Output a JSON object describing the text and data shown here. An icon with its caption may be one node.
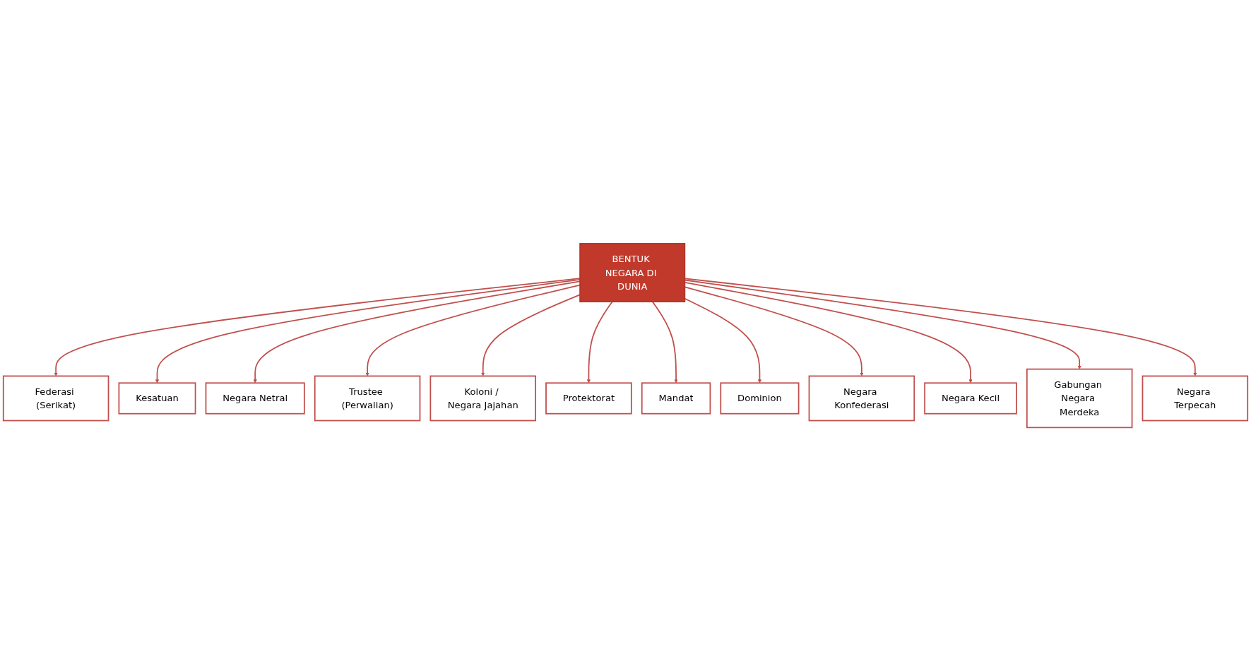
{
  "diagram": {
    "nodes": [
      {
        "text": [
          "Federasi (Serikat)"
        ]
      },
      {
        "text": [
          "Kesatuan"
        ]
      },
      {
        "text": [
          "Negara Netral"
        ]
      },
      {
        "text": [
          "Trustee (Perwalian)"
        ]
      },
      {
        "text": [
          "Koloni / Negara Jajahan"
        ]
      },
      {
        "text": [
          "Protektorat"
        ]
      },
      {
        "text": [
          "BENTUK NEGARA DI DUNIA"
        ]
      },
      {
        "text": [
          "Mandat"
        ]
      },
      {
        "text": [
          "Dominion"
        ]
      },
      {
        "text": [
          "Negara Konfederasi"
        ]
      },
      {
        "text": [
          "Negara Kecil"
        ]
      },
      {
        "text": [
          "Gabungan Negara Merdeka"
        ]
      },
      {
        "text": [
          "Negara Terpecah"
        ]
      }
    ],
    "edges": [
      {
        "from": 6,
        "to": 0,
        "arrow": "to"
      },
      {
        "from": 6,
        "to": 1,
        "arrow": "to"
      },
      {
        "from": 6,
        "to": 2,
        "arrow": "to"
      },
      {
        "from": 6,
        "to": 3,
        "arrow": "to"
      },
      {
        "from": 6,
        "to": 4,
        "arrow": "to"
      },
      {
        "from": 6,
        "to": 5,
        "arrow": "to"
      },
      {
        "from": 6,
        "to": 7,
        "arrow": "to"
      },
      {
        "from": 6,
        "to": 8,
        "arrow": "to"
      },
      {
        "from": 6,
        "to": 9,
        "arrow": "to"
      },
      {
        "from": 6,
        "to": 10,
        "arrow": "to"
      },
      {
        "from": 6,
        "to": 11,
        "arrow": "to"
      },
      {
        "from": 6,
        "to": 12,
        "arrow": "to"
      }
    ]
  }
}
